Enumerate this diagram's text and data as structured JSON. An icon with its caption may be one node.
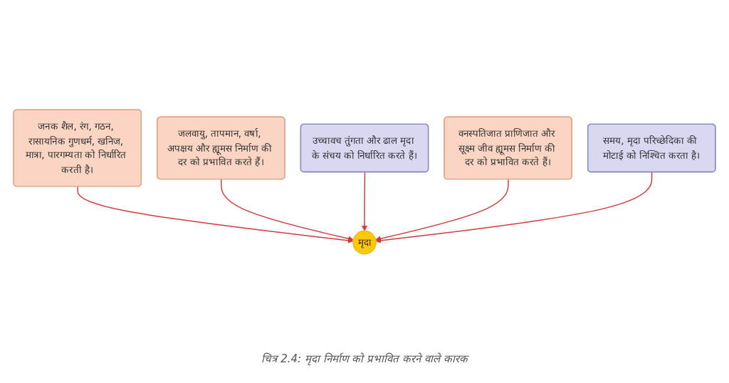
{
  "diagram": {
    "caption": "चित्र 2.4: मृदा निर्माण को प्रभावित करने वाले कारक",
    "nodes": [
      {
        "text": [
          "मृदा"
        ]
      },
      {
        "text": [
          "जनक शैल, रंग, गठन, रासायनिक गुणधर्म, खनिज, मात्रा, पारगम्यता को निर्धारित करती है।"
        ]
      },
      {
        "text": [
          "जलवायु, तापमान, वर्षा, अपक्षय और ह्यूमस निर्माण की दर को प्रभावित करते हैं।"
        ]
      },
      {
        "text": [
          "उच्चावच तुंगता और ढाल मृदा के संचय को निर्धारित करते हैं।"
        ]
      },
      {
        "text": [
          "वनस्पतिजात प्राणिजात और सूक्ष्म जीव ह्यूमस निर्माण की दर को प्रभावित करते हैं।"
        ]
      },
      {
        "text": [
          "समय, मृदा परिच्छेदिका की मोटाई को निश्चित करता है।"
        ]
      }
    ],
    "edges": [
      {
        "from": 1,
        "to": 0,
        "arrow": "to"
      },
      {
        "from": 2,
        "to": 0,
        "arrow": "to"
      },
      {
        "from": 3,
        "to": 0,
        "arrow": "to"
      },
      {
        "from": 4,
        "to": 0,
        "arrow": "to"
      },
      {
        "from": 5,
        "to": 0,
        "arrow": "to"
      }
    ]
  }
}
